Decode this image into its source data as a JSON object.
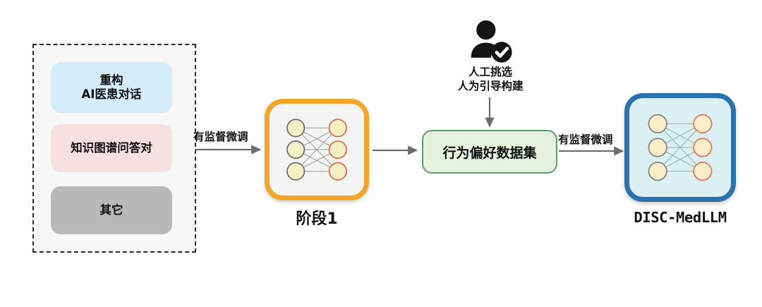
{
  "diagram": {
    "title": "DISC-MedLLM two-stage training pipeline",
    "background_color": "#ffffff"
  },
  "source_group": {
    "name": "data-sources",
    "border_style": "dashed",
    "border_color": "#2b2b2b",
    "background_color": "#f7f7f7",
    "items": [
      {
        "label_line1": "重构",
        "label_line2": "AI医患对话",
        "color": "#d5ecfa",
        "name": "reconstructed-ai-doctor-patient-dialogue"
      },
      {
        "label_line1": "知识图谱问答对",
        "label_line2": "",
        "color": "#f7dfe2",
        "name": "knowledge-graph-qa-pairs"
      },
      {
        "label_line1": "其它",
        "label_line2": "",
        "color": "#b9b9b9",
        "name": "others"
      }
    ]
  },
  "stage1": {
    "caption": "阶段1",
    "border_color": "#f2a72c",
    "background_color": "#f4f4f2",
    "node_fill": "#f3f0c4",
    "input_node_stroke": "#6f6a6a",
    "output_node_stroke": "#e06a50",
    "edge_color": "#9a9a9a",
    "input_nodes": 3,
    "output_nodes": 3
  },
  "dataset": {
    "label": "行为偏好数据集",
    "border_color": "#5e9e6b",
    "background_color": "#e6f2e0"
  },
  "human": {
    "icon": "person-check-icon",
    "caption_line1": "人工挑选",
    "caption_line2": "人为引导构建",
    "color": "#111111"
  },
  "final_model": {
    "caption": "DISC-MedLLM",
    "border_color": "#2a72ad",
    "background_color": "#daf0f2",
    "node_fill": "#faeec8",
    "input_node_stroke": "#8a7f86",
    "output_node_stroke": "#e0785e",
    "edge_color": "#8fb3b0",
    "input_nodes": 3,
    "output_nodes": 3
  },
  "arrows": {
    "sources_to_stage1": {
      "label": "有监督微调",
      "name": "arrow-sources-to-stage1"
    },
    "stage1_to_dataset": {
      "label": "",
      "name": "arrow-stage1-to-dataset"
    },
    "human_to_dataset": {
      "label": "",
      "name": "arrow-human-to-dataset"
    },
    "dataset_to_final": {
      "label": "有监督微调",
      "name": "arrow-dataset-to-final"
    }
  }
}
